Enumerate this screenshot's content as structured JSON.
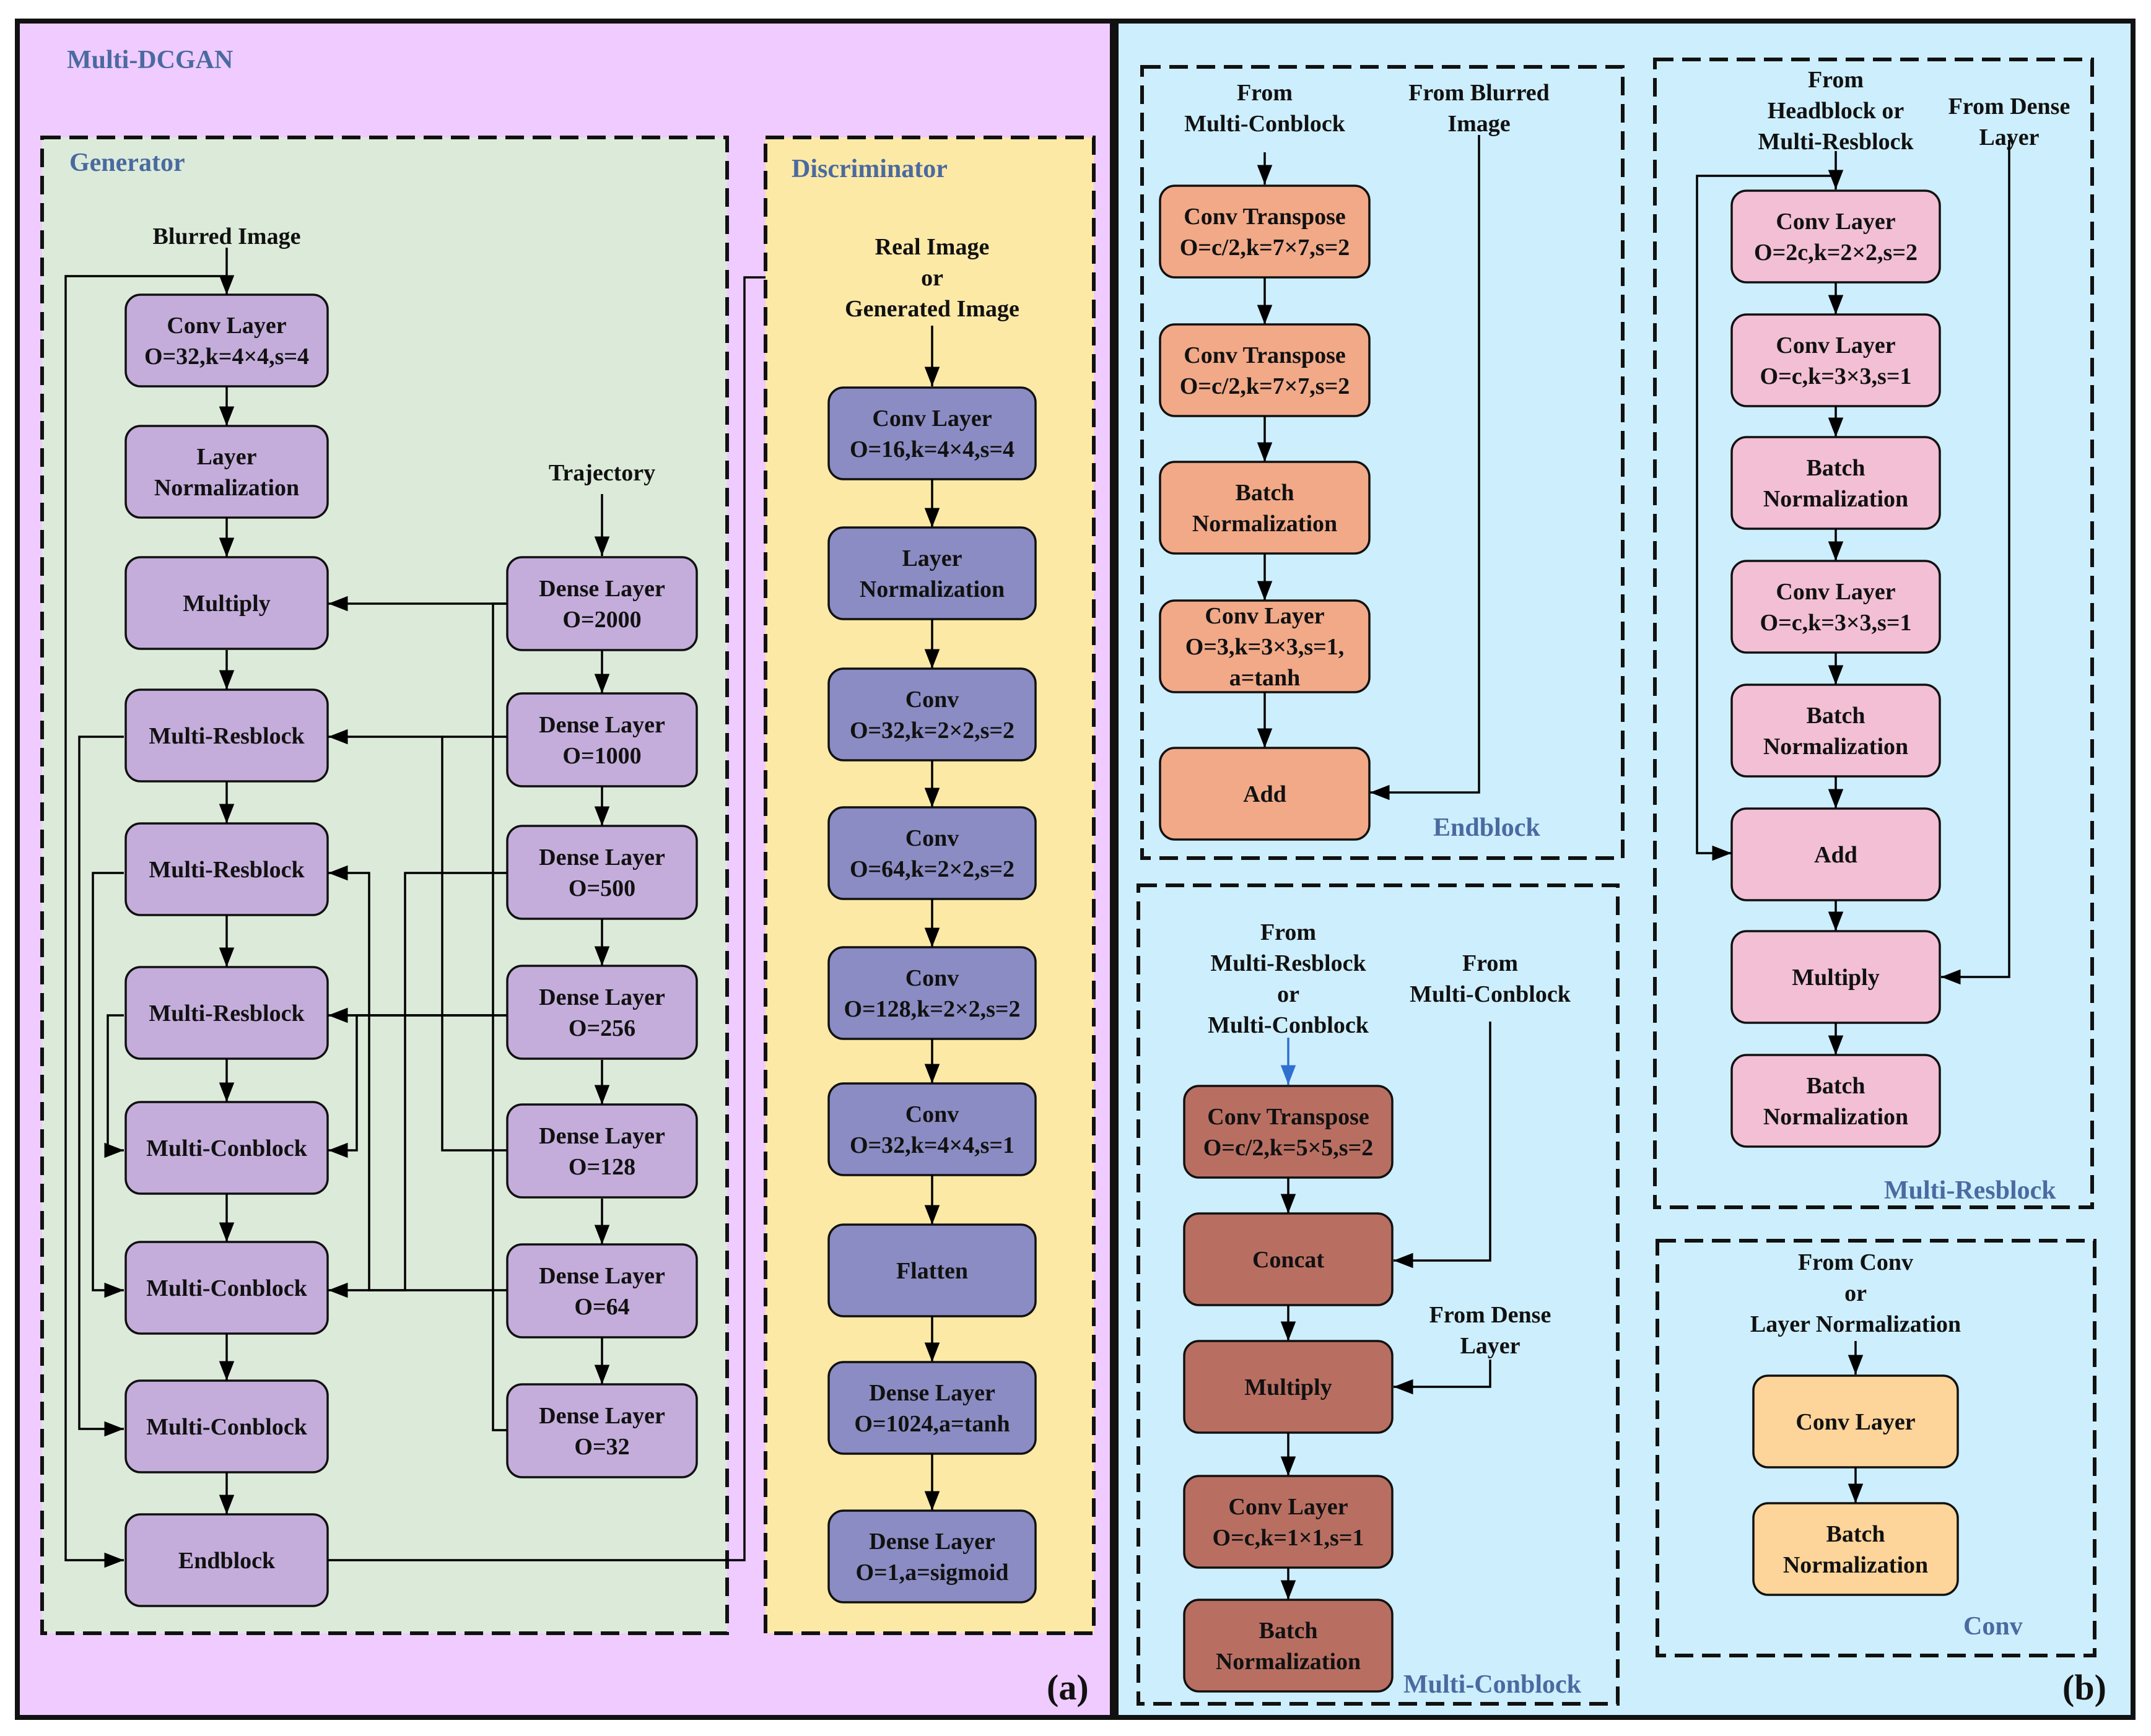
{
  "panel_a": {
    "title": "Multi-DCGAN",
    "tag": "(a)",
    "generator": {
      "title": "Generator",
      "input_label": "Blurred Image",
      "trajectory_label": "Trajectory",
      "main_blocks": [
        [
          "Conv Layer",
          "O=32,k=4×4,s=4"
        ],
        [
          "Layer",
          "Normalization"
        ],
        [
          "Multiply"
        ],
        [
          "Multi-Resblock"
        ],
        [
          "Multi-Resblock"
        ],
        [
          "Multi-Resblock"
        ],
        [
          "Multi-Conblock"
        ],
        [
          "Multi-Conblock"
        ],
        [
          "Multi-Conblock"
        ],
        [
          "Endblock"
        ]
      ],
      "dense_blocks": [
        [
          "Dense Layer",
          "O=2000"
        ],
        [
          "Dense Layer",
          "O=1000"
        ],
        [
          "Dense Layer",
          "O=500"
        ],
        [
          "Dense Layer",
          "O=256"
        ],
        [
          "Dense Layer",
          "O=128"
        ],
        [
          "Dense Layer",
          "O=64"
        ],
        [
          "Dense Layer",
          "O=32"
        ]
      ]
    },
    "discriminator": {
      "title": "Discriminator",
      "input_label": [
        "Real Image",
        "or",
        "Generated Image"
      ],
      "blocks": [
        [
          "Conv Layer",
          "O=16,k=4×4,s=4"
        ],
        [
          "Layer",
          "Normalization"
        ],
        [
          "Conv",
          "O=32,k=2×2,s=2"
        ],
        [
          "Conv",
          "O=64,k=2×2,s=2"
        ],
        [
          "Conv",
          "O=128,k=2×2,s=2"
        ],
        [
          "Conv",
          "O=32,k=4×4,s=1"
        ],
        [
          "Flatten"
        ],
        [
          "Dense Layer",
          "O=1024,a=tanh"
        ],
        [
          "Dense Layer",
          "O=1,a=sigmoid"
        ]
      ]
    }
  },
  "panel_b": {
    "tag": "(b)",
    "endblock": {
      "title": "Endblock",
      "input_label": [
        "From",
        "Multi-Conblock"
      ],
      "side_label": [
        "From Blurred",
        "Image"
      ],
      "blocks": [
        [
          "Conv Transpose",
          "O=c/2,k=7×7,s=2"
        ],
        [
          "Conv Transpose",
          "O=c/2,k=7×7,s=2"
        ],
        [
          "Batch",
          "Normalization"
        ],
        [
          "Conv Layer",
          "O=3,k=3×3,s=1,",
          "a=tanh"
        ],
        [
          "Add"
        ]
      ]
    },
    "conblock": {
      "title": "Multi-Conblock",
      "input_label": [
        "From",
        "Multi-Resblock",
        "or",
        "Multi-Conblock"
      ],
      "side_label": [
        "From",
        "Multi-Conblock"
      ],
      "side_label2": [
        "From Dense",
        "Layer"
      ],
      "blocks": [
        [
          "Conv Transpose",
          "O=c/2,k=5×5,s=2"
        ],
        [
          "Concat"
        ],
        [
          "Multiply"
        ],
        [
          "Conv Layer",
          "O=c,k=1×1,s=1"
        ],
        [
          "Batch",
          "Normalization"
        ]
      ]
    },
    "resblock": {
      "title": "Multi-Resblock",
      "input_label": [
        "From",
        "Headblock or",
        "Multi-Resblock"
      ],
      "side_label": [
        "From Dense",
        "Layer"
      ],
      "blocks": [
        [
          "Conv Layer",
          "O=2c,k=2×2,s=2"
        ],
        [
          "Conv Layer",
          "O=c,k=3×3,s=1"
        ],
        [
          "Batch",
          "Normalization"
        ],
        [
          "Conv Layer",
          "O=c,k=3×3,s=1"
        ],
        [
          "Batch",
          "Normalization"
        ],
        [
          "Add"
        ],
        [
          "Multiply"
        ],
        [
          "Batch",
          "Normalization"
        ]
      ]
    },
    "conv": {
      "title": "Conv",
      "input_label": [
        "From Conv",
        "or",
        "Layer Normalization"
      ],
      "blocks": [
        [
          "Conv Layer"
        ],
        [
          "Batch",
          "Normalization"
        ]
      ]
    }
  },
  "colors": {
    "panel_a_bg": "#efcbff",
    "generator_bg": "#dcebd9",
    "discriminator_bg": "#fde9a6",
    "panel_b_bg": "#cdeefd",
    "gen_block": "#c4addb",
    "disc_block": "#8b8cc3",
    "endblock_block": "#f1a988",
    "conblock_block": "#b86f62",
    "resblock_block": "#f2bfd4",
    "conv_block": "#fdd499",
    "section_title": "#4a6aa0"
  }
}
